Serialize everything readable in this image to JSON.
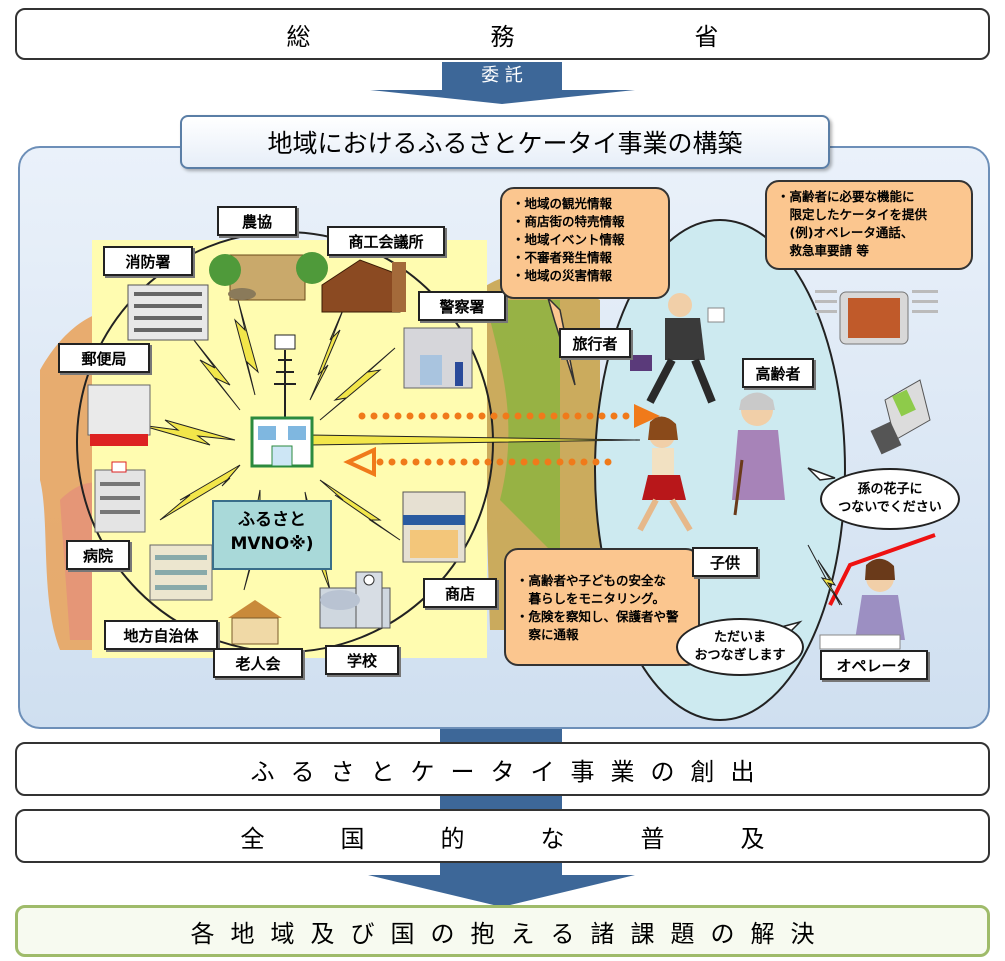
{
  "top_bar": {
    "chars": [
      "総",
      "務",
      "省"
    ]
  },
  "entrust_label": "委 託",
  "project_title": "地域におけるふるさとケータイ事業の構築",
  "facilities": {
    "nokyo": "農協",
    "shokokai": "商工会議所",
    "shobosho": "消防署",
    "keisatsusho": "警察署",
    "yubinkyoku": "郵便局",
    "byoin": "病院",
    "chiho_jichitai": "地方自治体",
    "rojinkai": "老人会",
    "gakko": "学校",
    "shoten": "商店"
  },
  "mvno": {
    "line1": "ふるさと",
    "line2": "MVNO※)"
  },
  "tourist_info": [
    "・地域の観光情報",
    "・商店街の特売情報",
    "・地域イベント情報",
    "・不審者発生情報",
    "・地域の災害情報"
  ],
  "elderly_info": [
    "・高齢者に必要な機能に",
    "　限定したケータイを提供",
    "　(例)オペレータ通話、",
    "　救急車要請 等"
  ],
  "child_info": [
    "・高齢者や子どもの安全な",
    "　暮らしをモニタリング。",
    "・危険を察知し、保護者や警",
    "　察に通報"
  ],
  "persons": {
    "traveler": "旅行者",
    "elderly": "高齢者",
    "child": "子供",
    "operator": "オペレータ"
  },
  "bubbles": {
    "grandchild": [
      "孫の花子に",
      "つないでください"
    ],
    "operator_reply": [
      "ただいま",
      "おつなぎします"
    ]
  },
  "bar2": {
    "chars": [
      "ふ",
      "る",
      "さ",
      "と",
      "ケ",
      "ー",
      "タ",
      "イ",
      "事",
      "業",
      "の",
      "創",
      "出"
    ]
  },
  "bar3": {
    "chars": [
      "全",
      "国",
      "的",
      "な",
      "普",
      "及"
    ]
  },
  "bar4": {
    "chars": [
      "各",
      "地",
      "域",
      "及",
      "び",
      "国",
      "の",
      "抱",
      "え",
      "る",
      "諸",
      "課",
      "題",
      "の",
      "解",
      "決"
    ]
  },
  "colors": {
    "arrow": "#3d6798",
    "panel": "#dce8f4",
    "yellow_area": "#fffcb0",
    "orange_box": "#fbc68f",
    "mvno_box": "#a9d9d9",
    "dotted_arrow": "#f07a1a"
  }
}
